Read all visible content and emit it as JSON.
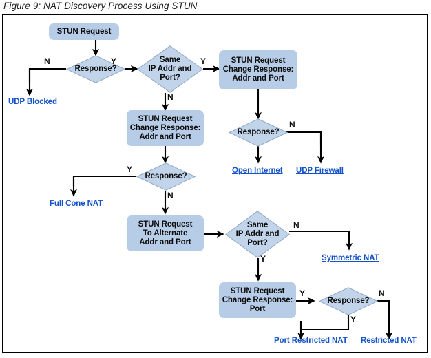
{
  "figure": {
    "title": "Figure 9: NAT Discovery Process Using STUN"
  },
  "colors": {
    "process_fill": "#b7cce6",
    "decision_fill": "#c1d4ea",
    "decision_stroke": "#7f9dc0",
    "link_text": "#1352c8",
    "line": "#000000",
    "frame": "#000000"
  },
  "nodes": {
    "start": {
      "label": "STUN Request"
    },
    "dec_response_1": {
      "label": "Response?"
    },
    "dec_same_addr_1": {
      "label": "Same\nIP Addr and\nPort?"
    },
    "proc_change_addr_port_1": {
      "label": "STUN Request\nChange Response:\nAddr and Port"
    },
    "dec_response_2": {
      "label": "Response?"
    },
    "proc_change_addr_port_2": {
      "label": "STUN Request\nChange Response:\nAddr and Port"
    },
    "dec_response_3": {
      "label": "Response?"
    },
    "proc_alternate": {
      "label": "STUN Request\nTo Alternate\nAddr and Port"
    },
    "dec_same_addr_2": {
      "label": "Same\nIP Addr and\nPort?"
    },
    "proc_change_port": {
      "label": "STUN Request\nChange Response:\nPort"
    },
    "dec_response_4": {
      "label": "Response?"
    }
  },
  "terminals": {
    "udp_blocked": {
      "label": "UDP Blocked"
    },
    "open_internet": {
      "label": "Open Internet"
    },
    "udp_firewall": {
      "label": "UDP Firewall"
    },
    "full_cone_nat": {
      "label": "Full Cone NAT"
    },
    "symmetric_nat": {
      "label": "Symmetric NAT"
    },
    "port_restricted_nat": {
      "label": "Port Restricted NAT"
    },
    "restricted_nat": {
      "label": "Restricted NAT"
    }
  },
  "branch_labels": {
    "r1_no": "N",
    "r1_yes": "Y",
    "same1_yes": "Y",
    "same1_no": "N",
    "r2_no": "N",
    "r3_yes": "Y",
    "r3_no": "N",
    "same2_no": "N",
    "same2_yes": "Y",
    "r4_yes_in": "Y",
    "r4_no": "N",
    "r4_yes_out": "Y"
  },
  "chart_data": {
    "type": "diagram",
    "title": "Figure 9: NAT Discovery Process Using STUN",
    "flow": [
      {
        "from": "STUN Request",
        "to": "Response?",
        "label": ""
      },
      {
        "from": "Response?",
        "to": "UDP Blocked",
        "label": "N"
      },
      {
        "from": "Response?",
        "to": "Same IP Addr and Port?",
        "label": "Y"
      },
      {
        "from": "Same IP Addr and Port?",
        "to": "STUN Request Change Response: Addr and Port (open test)",
        "label": "Y"
      },
      {
        "from": "Same IP Addr and Port?",
        "to": "STUN Request Change Response: Addr and Port (cone test)",
        "label": "N"
      },
      {
        "from": "STUN Request Change Response: Addr and Port (open test)",
        "to": "Response?",
        "label": ""
      },
      {
        "from": "Response? (open test)",
        "to": "Open Internet",
        "label": "Y"
      },
      {
        "from": "Response? (open test)",
        "to": "UDP Firewall",
        "label": "N"
      },
      {
        "from": "STUN Request Change Response: Addr and Port (cone test)",
        "to": "Response?",
        "label": ""
      },
      {
        "from": "Response? (cone test)",
        "to": "Full Cone NAT",
        "label": "Y"
      },
      {
        "from": "Response? (cone test)",
        "to": "STUN Request To Alternate Addr and Port",
        "label": "N"
      },
      {
        "from": "STUN Request To Alternate Addr and Port",
        "to": "Same IP Addr and Port?",
        "label": ""
      },
      {
        "from": "Same IP Addr and Port? (2)",
        "to": "Symmetric NAT",
        "label": "N"
      },
      {
        "from": "Same IP Addr and Port? (2)",
        "to": "STUN Request Change Response: Port",
        "label": "Y"
      },
      {
        "from": "STUN Request Change Response: Port",
        "to": "Response?",
        "label": "Y"
      },
      {
        "from": "Response? (port test)",
        "to": "Port Restricted NAT",
        "label": "Y"
      },
      {
        "from": "Response? (port test)",
        "to": "Restricted NAT",
        "label": "N"
      }
    ]
  }
}
